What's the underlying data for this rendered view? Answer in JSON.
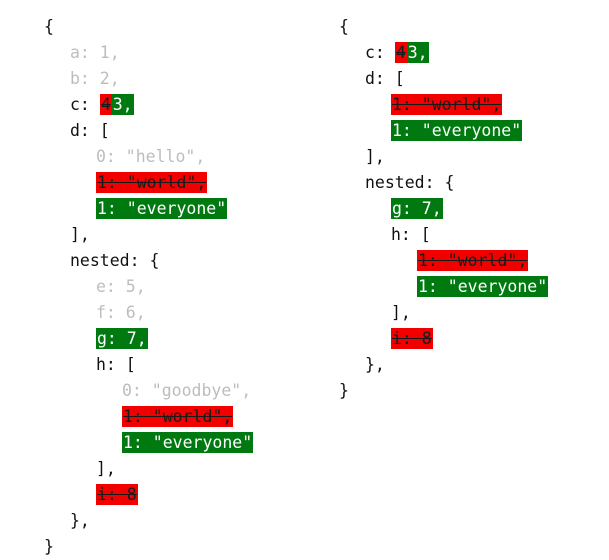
{
  "colors": {
    "deleted_bg": "#f20000",
    "inserted_bg": "#007a10",
    "unchanged_text": "#bdbdbd",
    "text": "#111111"
  },
  "left": {
    "lines": [
      {
        "indent": 0,
        "parts": [
          {
            "t": "{",
            "s": "plain"
          }
        ]
      },
      {
        "indent": 1,
        "parts": [
          {
            "t": "a: 1,",
            "s": "faded"
          }
        ]
      },
      {
        "indent": 1,
        "parts": [
          {
            "t": "b: 2,",
            "s": "faded"
          }
        ]
      },
      {
        "indent": 1,
        "parts": [
          {
            "t": "c: ",
            "s": "plain"
          },
          {
            "t": "4",
            "s": "del"
          },
          {
            "t": "3,",
            "s": "ins"
          }
        ]
      },
      {
        "indent": 1,
        "parts": [
          {
            "t": "d: [",
            "s": "plain"
          }
        ]
      },
      {
        "indent": 2,
        "parts": [
          {
            "t": "0: \"hello\",",
            "s": "faded"
          }
        ]
      },
      {
        "indent": 2,
        "parts": [
          {
            "t": "1: \"world\",",
            "s": "del"
          }
        ]
      },
      {
        "indent": 2,
        "parts": [
          {
            "t": "1: \"everyone\"",
            "s": "ins"
          }
        ]
      },
      {
        "indent": 1,
        "parts": [
          {
            "t": "],",
            "s": "plain"
          }
        ]
      },
      {
        "indent": 1,
        "parts": [
          {
            "t": "nested: {",
            "s": "plain"
          }
        ]
      },
      {
        "indent": 2,
        "parts": [
          {
            "t": "e: 5,",
            "s": "faded"
          }
        ]
      },
      {
        "indent": 2,
        "parts": [
          {
            "t": "f: 6,",
            "s": "faded"
          }
        ]
      },
      {
        "indent": 2,
        "parts": [
          {
            "t": "g: 7,",
            "s": "ins"
          }
        ]
      },
      {
        "indent": 2,
        "parts": [
          {
            "t": "h: [",
            "s": "plain"
          }
        ]
      },
      {
        "indent": 3,
        "parts": [
          {
            "t": "0: \"goodbye\",",
            "s": "faded"
          }
        ]
      },
      {
        "indent": 3,
        "parts": [
          {
            "t": "1: \"world\",",
            "s": "del"
          }
        ]
      },
      {
        "indent": 3,
        "parts": [
          {
            "t": "1: \"everyone\"",
            "s": "ins"
          }
        ]
      },
      {
        "indent": 2,
        "parts": [
          {
            "t": "],",
            "s": "plain"
          }
        ]
      },
      {
        "indent": 2,
        "parts": [
          {
            "t": "i: 8",
            "s": "del"
          }
        ]
      },
      {
        "indent": 1,
        "parts": [
          {
            "t": "},",
            "s": "plain"
          }
        ]
      },
      {
        "indent": 0,
        "parts": [
          {
            "t": "}",
            "s": "plain"
          }
        ]
      }
    ]
  },
  "right": {
    "lines": [
      {
        "indent": 0,
        "parts": [
          {
            "t": "{",
            "s": "plain"
          }
        ]
      },
      {
        "indent": 1,
        "parts": [
          {
            "t": "c: ",
            "s": "plain"
          },
          {
            "t": "4",
            "s": "del"
          },
          {
            "t": "3,",
            "s": "ins"
          }
        ]
      },
      {
        "indent": 1,
        "parts": [
          {
            "t": "d: [",
            "s": "plain"
          }
        ]
      },
      {
        "indent": 2,
        "parts": [
          {
            "t": "1: \"world\",",
            "s": "del"
          }
        ]
      },
      {
        "indent": 2,
        "parts": [
          {
            "t": "1: \"everyone\"",
            "s": "ins"
          }
        ]
      },
      {
        "indent": 1,
        "parts": [
          {
            "t": "],",
            "s": "plain"
          }
        ]
      },
      {
        "indent": 1,
        "parts": [
          {
            "t": "nested: {",
            "s": "plain"
          }
        ]
      },
      {
        "indent": 2,
        "parts": [
          {
            "t": "g: 7,",
            "s": "ins"
          }
        ]
      },
      {
        "indent": 2,
        "parts": [
          {
            "t": "h: [",
            "s": "plain"
          }
        ]
      },
      {
        "indent": 3,
        "parts": [
          {
            "t": "1: \"world\",",
            "s": "del"
          }
        ]
      },
      {
        "indent": 3,
        "parts": [
          {
            "t": "1: \"everyone\"",
            "s": "ins"
          }
        ]
      },
      {
        "indent": 2,
        "parts": [
          {
            "t": "],",
            "s": "plain"
          }
        ]
      },
      {
        "indent": 2,
        "parts": [
          {
            "t": "i: 8",
            "s": "del"
          }
        ]
      },
      {
        "indent": 1,
        "parts": [
          {
            "t": "},",
            "s": "plain"
          }
        ]
      },
      {
        "indent": 0,
        "parts": [
          {
            "t": "}",
            "s": "plain"
          }
        ]
      }
    ]
  }
}
